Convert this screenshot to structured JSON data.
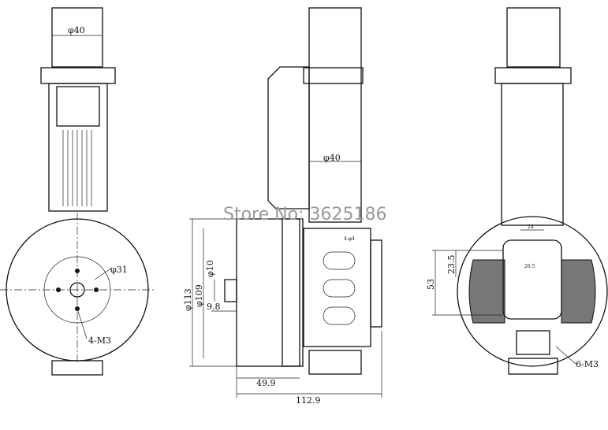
{
  "watermark": "Store No: 3625186",
  "left_view": {
    "tube_diameter": "φ40",
    "hub_diameter": "φ31",
    "holes": "4-M3"
  },
  "side_view": {
    "tube_diameter": "φ40",
    "outer_diameter": "φ113",
    "rotor_diameter": "φ109",
    "shaft_diameter": "φ10",
    "shaft_length": "9.8",
    "motor_width": "49.9",
    "total_width": "112.9",
    "mount_holes": "4-φ4"
  },
  "right_view": {
    "offset": "23.5",
    "height": "53",
    "holes": "6-M3",
    "small_dim_top": "24",
    "small_dim_center": "26.5"
  }
}
